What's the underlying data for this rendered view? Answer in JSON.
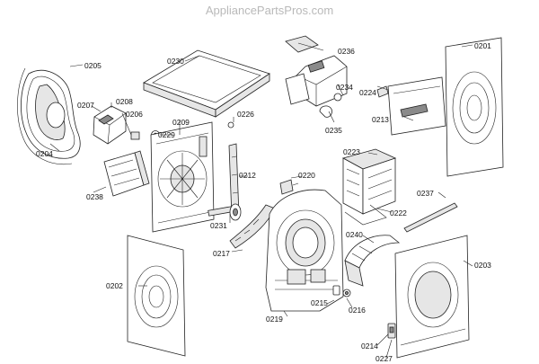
{
  "watermark": "AppliancePartsPros.com",
  "parts": [
    {
      "id": "p0201",
      "label": "0201"
    },
    {
      "id": "p0202",
      "label": "0202"
    },
    {
      "id": "p0203",
      "label": "0203"
    },
    {
      "id": "p0204",
      "label": "0204"
    },
    {
      "id": "p0205",
      "label": "0205"
    },
    {
      "id": "p0206",
      "label": "0206"
    },
    {
      "id": "p0207",
      "label": "0207"
    },
    {
      "id": "p0208",
      "label": "0208"
    },
    {
      "id": "p0209",
      "label": "0209"
    },
    {
      "id": "p0212",
      "label": "0212"
    },
    {
      "id": "p0213",
      "label": "0213"
    },
    {
      "id": "p0214",
      "label": "0214"
    },
    {
      "id": "p0215",
      "label": "0215"
    },
    {
      "id": "p0216",
      "label": "0216"
    },
    {
      "id": "p0217",
      "label": "0217"
    },
    {
      "id": "p0219",
      "label": "0219"
    },
    {
      "id": "p0220",
      "label": "0220"
    },
    {
      "id": "p0222",
      "label": "0222"
    },
    {
      "id": "p0223",
      "label": "0223"
    },
    {
      "id": "p0224",
      "label": "0224"
    },
    {
      "id": "p0226",
      "label": "0226"
    },
    {
      "id": "p0227",
      "label": "0227"
    },
    {
      "id": "p0229",
      "label": "0229"
    },
    {
      "id": "p0230",
      "label": "0230"
    },
    {
      "id": "p0231",
      "label": "0231"
    },
    {
      "id": "p0234",
      "label": "0234"
    },
    {
      "id": "p0235",
      "label": "0235"
    },
    {
      "id": "p0236",
      "label": "0236"
    },
    {
      "id": "p0237",
      "label": "0237"
    },
    {
      "id": "p0238",
      "label": "0238"
    },
    {
      "id": "p0240",
      "label": "0240"
    }
  ]
}
